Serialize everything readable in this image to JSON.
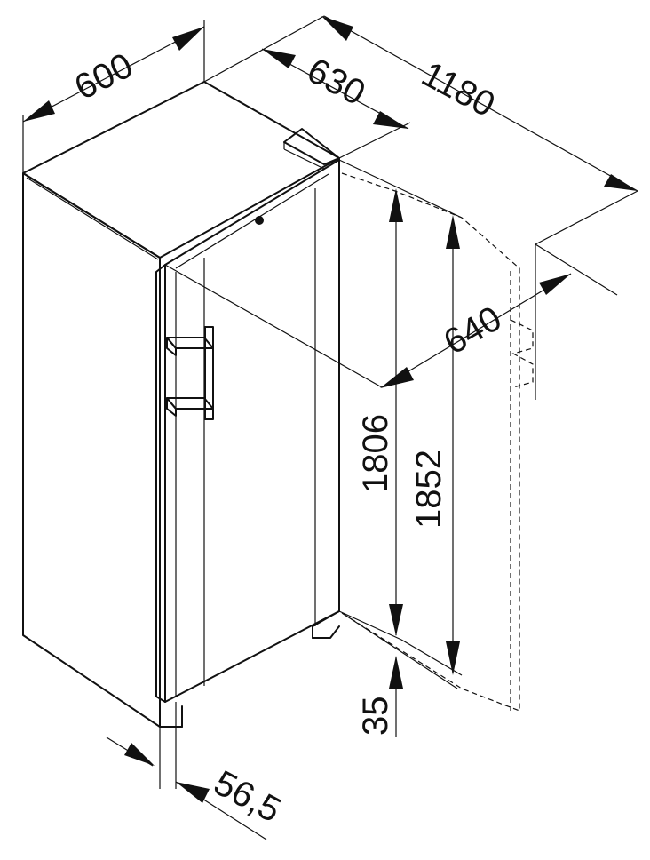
{
  "dimensions": {
    "width": "600",
    "depth": "630",
    "depth_door_open": "1180",
    "door_clearance": "640",
    "height_body": "1806",
    "height_total": "1852",
    "feet_height": "35",
    "door_offset": "56,5"
  },
  "colors": {
    "line": "#111111",
    "background": "#ffffff"
  }
}
